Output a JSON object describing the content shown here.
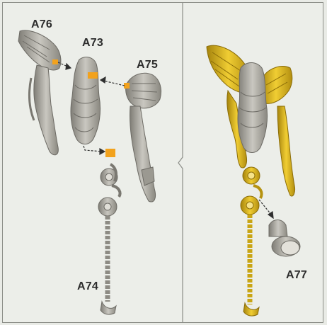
{
  "labels": {
    "a76": "A76",
    "a73": "A73",
    "a75": "A75",
    "a74": "A74",
    "a77": "A77"
  },
  "colors": {
    "background": "#eceee9",
    "frame": "#8c8e88",
    "grey_part": "#a9a79f",
    "grey_shade": "#7d7b74",
    "gold_part": "#d9b21c",
    "gold_shade": "#a9860e",
    "orange_highlight": "#f2a21d",
    "label_text": "#2c2c2c"
  }
}
